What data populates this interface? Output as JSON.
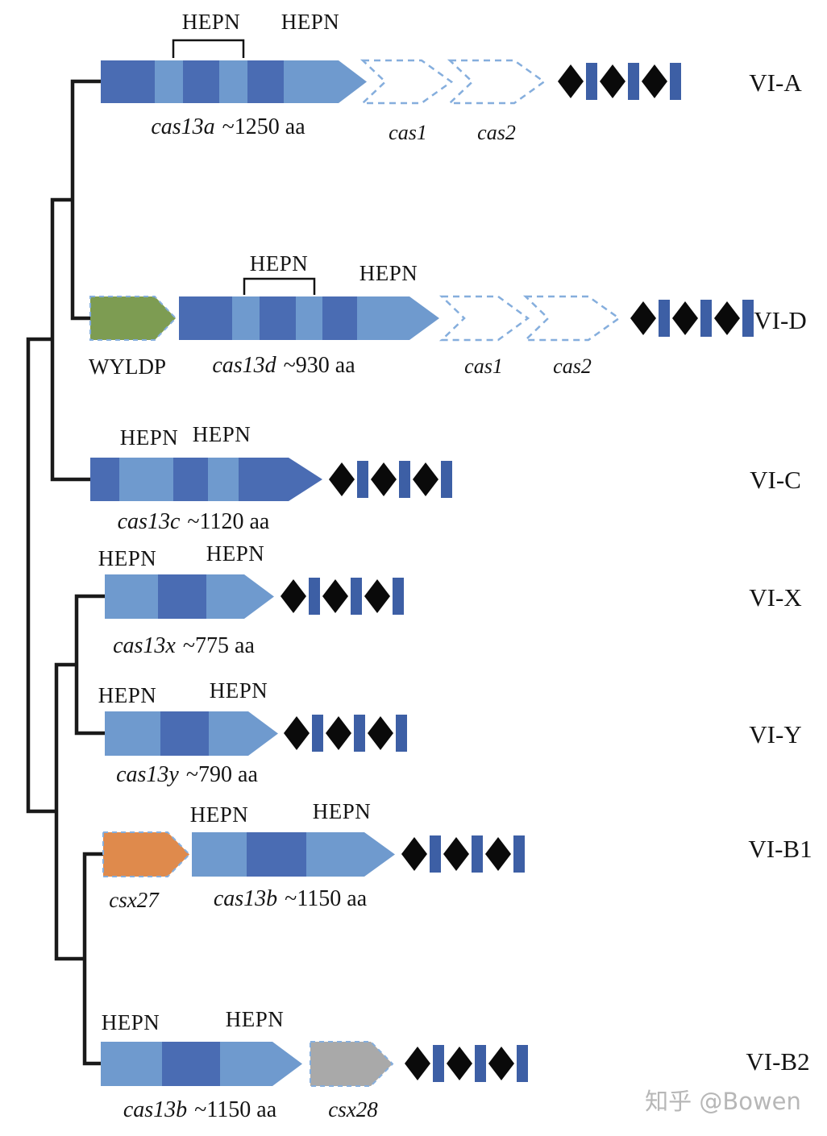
{
  "figure": {
    "watermark": "知乎 @Bowen"
  },
  "shared": {
    "hepn": "HEPN",
    "cas1": "cas1",
    "cas2": "cas2",
    "crispr_array": {
      "diamonds": 3,
      "bars": 3,
      "pattern": "black-diamond / blue-bar alternating"
    }
  },
  "rows": [
    {
      "type_label": "VI-A",
      "gene": "cas13a",
      "size": "~1250 aa"
    },
    {
      "type_label": "VI-D",
      "gene": "cas13d",
      "size": "~930 aa",
      "accessory": "WYLDP"
    },
    {
      "type_label": "VI-C",
      "gene": "cas13c",
      "size": "~1120 aa"
    },
    {
      "type_label": "VI-X",
      "gene": "cas13x",
      "size": "~775 aa"
    },
    {
      "type_label": "VI-Y",
      "gene": "cas13y",
      "size": "~790 aa"
    },
    {
      "type_label": "VI-B1",
      "gene": "cas13b",
      "size": "~1150 aa",
      "accessory": "csx27"
    },
    {
      "type_label": "VI-B2",
      "gene": "cas13b",
      "size": "~1150 aa",
      "accessory": "csx28"
    }
  ],
  "colors": {
    "arrow_light_blue": "#6f9ace",
    "arrow_dark_blue": "#4a6cb3",
    "crispr_bar_blue": "#3d5fa5",
    "crispr_diamond_black": "#0a0a0a",
    "dashed_outline_blue": "#85aedd",
    "wyldp_green": "#7d9c52",
    "csx27_orange": "#df8a4c",
    "csx28_gray": "#a9a9a9",
    "tree_line": "#1a1a1a"
  }
}
